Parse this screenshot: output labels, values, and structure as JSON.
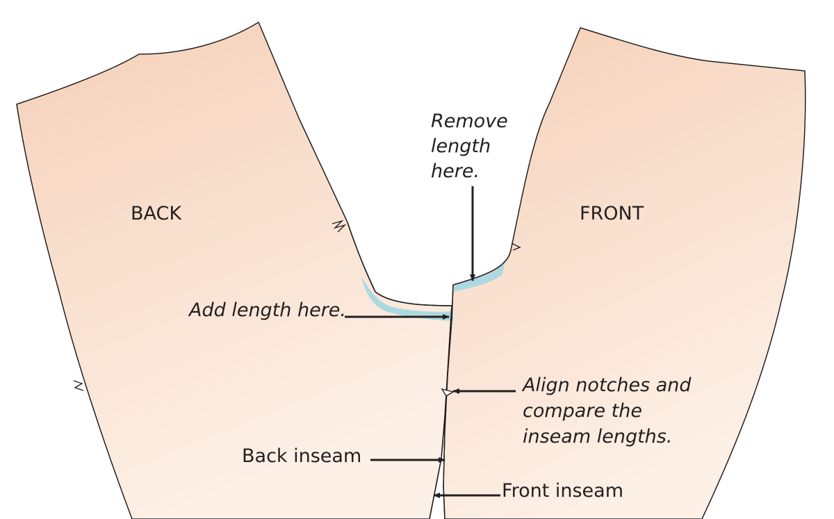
{
  "labels": {
    "back": "BACK",
    "front": "FRONT",
    "remove_line1": "Remove",
    "remove_line2": "length",
    "remove_line3": "here.",
    "add_length": "Add length here.",
    "align_line1": "Align notches and",
    "align_line2": "compare the",
    "align_line3": "inseam lengths.",
    "back_inseam": "Back inseam",
    "front_inseam": "Front inseam"
  },
  "colors": {
    "fabric_top": "#f5d0b8",
    "fabric_bottom": "#fdf0e6",
    "added_length": "#acd9df",
    "outline": "#231f20"
  }
}
